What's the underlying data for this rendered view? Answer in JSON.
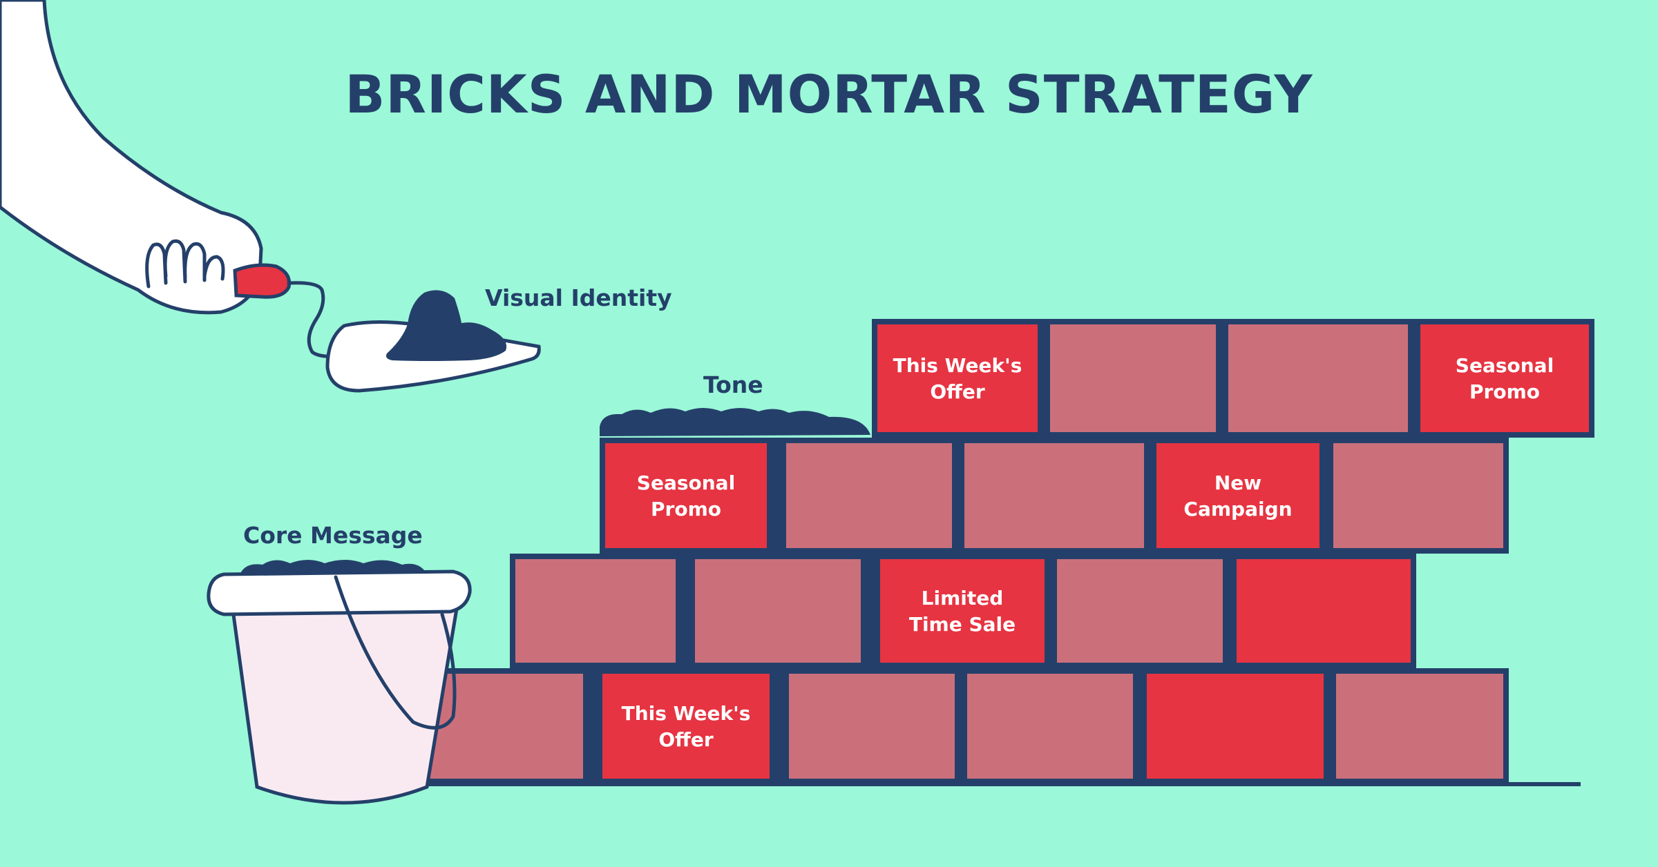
{
  "title": "BRICKS AND MORTAR STRATEGY",
  "labels": {
    "visual_identity": "Visual Identity",
    "tone": "Tone",
    "core_message": "Core Message"
  },
  "colors": {
    "background": "#9bf8d8",
    "navy": "#24406a",
    "brick_red": "#e63442",
    "brick_rose": "#cb707b",
    "bucket": "#f9eaf2",
    "white": "#ffffff"
  },
  "wall": {
    "rows": [
      {
        "row": "top",
        "bricks": [
          {
            "kind": "red",
            "lines": [
              "This Week's",
              "Offer"
            ]
          },
          {
            "kind": "rose",
            "lines": []
          },
          {
            "kind": "rose",
            "lines": []
          },
          {
            "kind": "red",
            "lines": [
              "Seasonal",
              "Promo"
            ]
          }
        ]
      },
      {
        "row": "second",
        "bricks": [
          {
            "kind": "red",
            "lines": [
              "Seasonal",
              "Promo"
            ]
          },
          {
            "kind": "rose",
            "lines": []
          },
          {
            "kind": "rose",
            "lines": []
          },
          {
            "kind": "red",
            "lines": [
              "New",
              "Campaign"
            ]
          },
          {
            "kind": "rose",
            "lines": []
          }
        ]
      },
      {
        "row": "third",
        "bricks": [
          {
            "kind": "rose",
            "lines": []
          },
          {
            "kind": "rose",
            "lines": []
          },
          {
            "kind": "red",
            "lines": [
              "Limited",
              "Time Sale"
            ]
          },
          {
            "kind": "rose",
            "lines": []
          },
          {
            "kind": "red",
            "lines": []
          }
        ]
      },
      {
        "row": "bottom",
        "bricks": [
          {
            "kind": "rose",
            "lines": []
          },
          {
            "kind": "red",
            "lines": [
              "This Week's",
              "Offer"
            ]
          },
          {
            "kind": "rose",
            "lines": []
          },
          {
            "kind": "rose",
            "lines": []
          },
          {
            "kind": "red",
            "lines": []
          },
          {
            "kind": "rose",
            "lines": []
          }
        ]
      }
    ]
  }
}
